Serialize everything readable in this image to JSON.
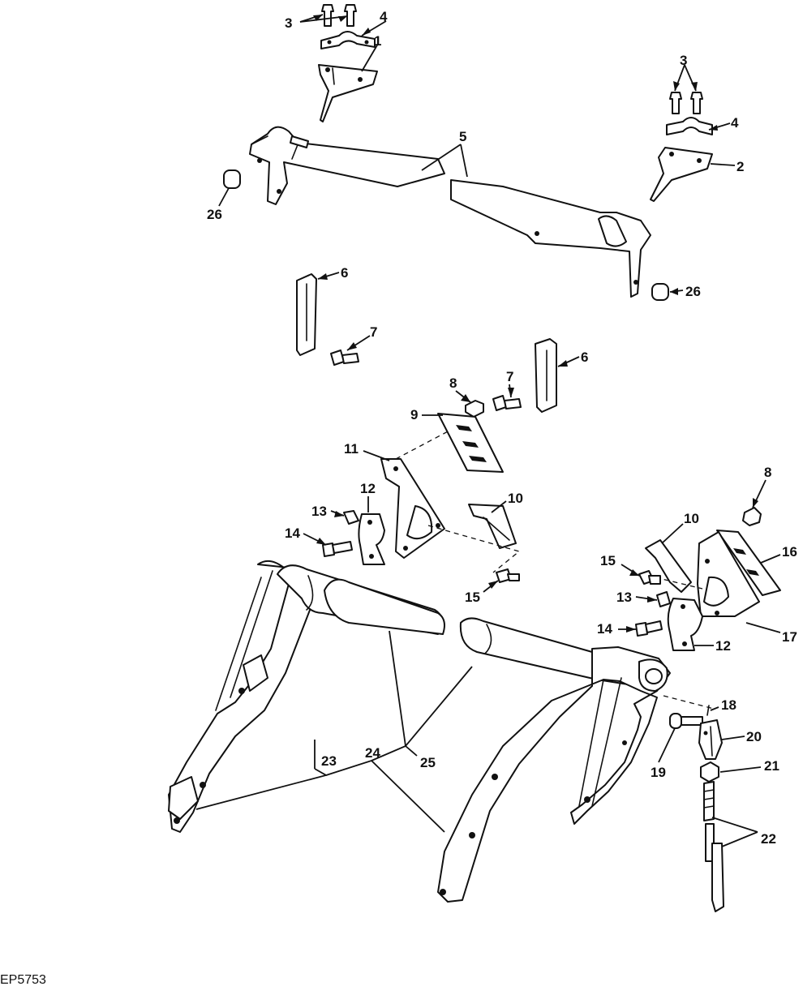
{
  "figure": {
    "code": "EP5753"
  },
  "callouts": [
    {
      "id": "c3a",
      "text": "3"
    },
    {
      "id": "c4a",
      "text": "4"
    },
    {
      "id": "c1",
      "text": "1"
    },
    {
      "id": "c3b",
      "text": "3"
    },
    {
      "id": "c4b",
      "text": "4"
    },
    {
      "id": "c2",
      "text": "2"
    },
    {
      "id": "c5",
      "text": "5"
    },
    {
      "id": "c26a",
      "text": "26"
    },
    {
      "id": "c26b",
      "text": "26"
    },
    {
      "id": "c6a",
      "text": "6"
    },
    {
      "id": "c7a",
      "text": "7"
    },
    {
      "id": "c6b",
      "text": "6"
    },
    {
      "id": "c8a",
      "text": "8"
    },
    {
      "id": "c7b",
      "text": "7"
    },
    {
      "id": "c9",
      "text": "9"
    },
    {
      "id": "c11",
      "text": "11"
    },
    {
      "id": "c12a",
      "text": "12"
    },
    {
      "id": "c13a",
      "text": "13"
    },
    {
      "id": "c14a",
      "text": "14"
    },
    {
      "id": "c10a",
      "text": "10"
    },
    {
      "id": "c15a",
      "text": "15"
    },
    {
      "id": "c8b",
      "text": "8"
    },
    {
      "id": "c10b",
      "text": "10"
    },
    {
      "id": "c16",
      "text": "16"
    },
    {
      "id": "c15b",
      "text": "15"
    },
    {
      "id": "c13b",
      "text": "13"
    },
    {
      "id": "c17",
      "text": "17"
    },
    {
      "id": "c14b",
      "text": "14"
    },
    {
      "id": "c12b",
      "text": "12"
    },
    {
      "id": "c18",
      "text": "18"
    },
    {
      "id": "c20",
      "text": "20"
    },
    {
      "id": "c19",
      "text": "19"
    },
    {
      "id": "c21",
      "text": "21"
    },
    {
      "id": "c22",
      "text": "22"
    },
    {
      "id": "c23",
      "text": "23"
    },
    {
      "id": "c24",
      "text": "24"
    },
    {
      "id": "c25",
      "text": "25"
    }
  ]
}
